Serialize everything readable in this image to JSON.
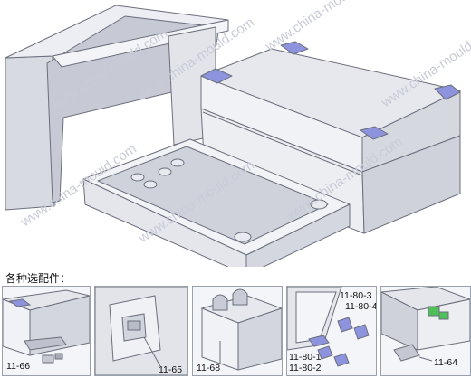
{
  "hero": {
    "watermarks": [
      "www.china-mould.com",
      "www.china-mould.com",
      "www.china-mould.com",
      "www.china-mould.com",
      "www.china-mould.com",
      "www.china-mould.com",
      "www.china-mould.com"
    ]
  },
  "accessories": {
    "title": "各种选配件：",
    "panels": [
      {
        "labels": [
          "11-66"
        ]
      },
      {
        "labels": [
          "11-65"
        ]
      },
      {
        "labels": [
          "11-68"
        ]
      },
      {
        "labels": [
          "11-80-3",
          "11-80-4",
          "11-80-1",
          "11-80-2"
        ]
      },
      {
        "labels": [
          "11-64"
        ]
      }
    ]
  },
  "colors": {
    "body": "#e8e9ee",
    "edge": "#6b6f7c",
    "accent": "#8e93dd",
    "green": "#4fbf5a"
  }
}
